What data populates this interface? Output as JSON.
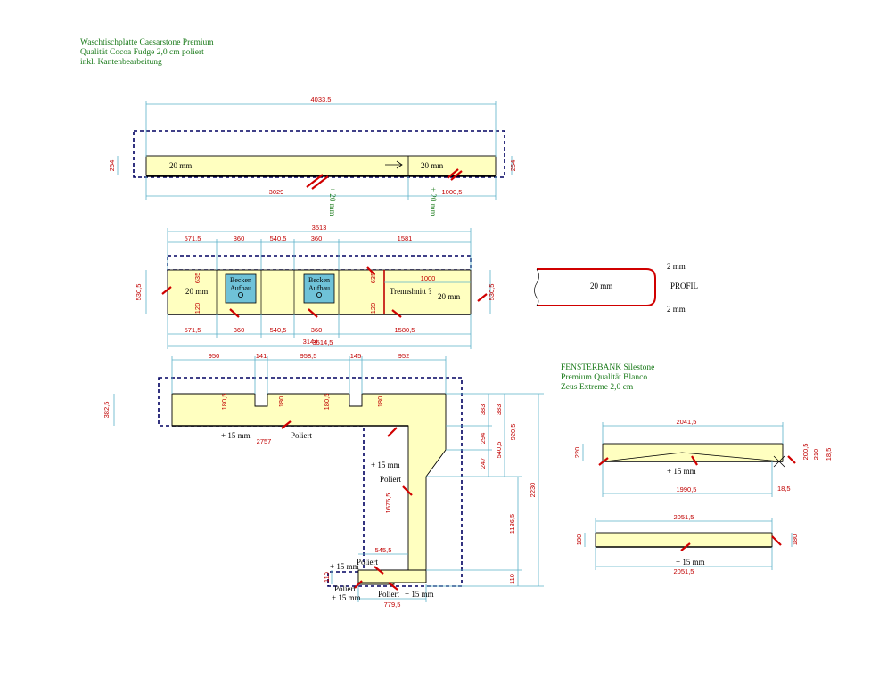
{
  "header_left": {
    "line1": "Waschtischplatte Caesarstone Premium",
    "line2": "Qualität Cocoa Fudge 2,0 cm poliert",
    "line3": "inkl. Kantenbearbeitung"
  },
  "header_right": {
    "line1": "FENSTERBANK Silestone",
    "line2": "Premium Qualität Blanco",
    "line3": "Zeus Extreme 2,0 cm"
  },
  "top_panel": {
    "overall": "4033,5",
    "height": "254",
    "height_right": "254",
    "left_len": "3029",
    "right_len": "1000,5",
    "thick_left": "20 mm",
    "thick_right": "20 mm",
    "plus_left": "+ 20 mm",
    "plus_right": "+ 20 mm"
  },
  "mid_panel": {
    "overall": "3513",
    "overall_bottom": "3144",
    "overall_bottom_b": "3514,5",
    "top_dims": [
      "571,5",
      "360",
      "540,5",
      "360",
      "1581"
    ],
    "bot_dims": [
      "571,5",
      "360",
      "540,5",
      "360",
      "1580,5"
    ],
    "depth_left": "530,5",
    "depth_right": "530,5",
    "inner_a": "635",
    "inner_b": "120",
    "inner_c": "635",
    "inner_d": "120",
    "inner_e": "1000",
    "basin_label_1a": "Becken",
    "basin_label_1b": "Aufbau",
    "basin_label_2a": "Becken",
    "basin_label_2b": "Aufbau",
    "thick_left": "20 mm",
    "thick_right": "20 mm",
    "trennschnitt": "Trennshnitt ?"
  },
  "profile": {
    "top": "2 mm",
    "mid": "20 mm",
    "label": "PROFIL",
    "bottom": "2 mm"
  },
  "lower_panel": {
    "top_dims": [
      "950",
      "141",
      "958,5",
      "145",
      "952"
    ],
    "depth": "382,5",
    "notch_dims": [
      "180,5",
      "180",
      "180,5",
      "180"
    ],
    "plus_top": "+ 15 mm",
    "poliert_top": "Poliert",
    "overall_bottom": "2757",
    "right_dims": [
      "383",
      "383",
      "294",
      "247",
      "540,5",
      "920,5",
      "1136,5",
      "2230",
      "110"
    ],
    "leg_height": "1676,5",
    "plus_leg": "+ 15 mm",
    "poliert_leg": "Poliert",
    "foot_width": "545,5",
    "foot_total": "779,5",
    "foot_depth": "110",
    "plus_foot_a": "+ 15 mm",
    "poliert_foot_a": "Poliert",
    "poliert_foot_b": "Poliert",
    "plus_foot_b": "+ 15 mm",
    "poliert_foot_c": "Poliert",
    "plus_foot_c": "+ 15 mm"
  },
  "sill_1": {
    "top": "2041,5",
    "bottom": "1990,5",
    "left_h": "220",
    "right_a": "200,5",
    "right_b": "210",
    "right_c": "18,5",
    "plus": "+ 15 mm"
  },
  "sill_2": {
    "top": "2051,5",
    "bottom": "2051,5",
    "left_h": "180",
    "right_h": "180",
    "plus": "+ 15 mm"
  }
}
